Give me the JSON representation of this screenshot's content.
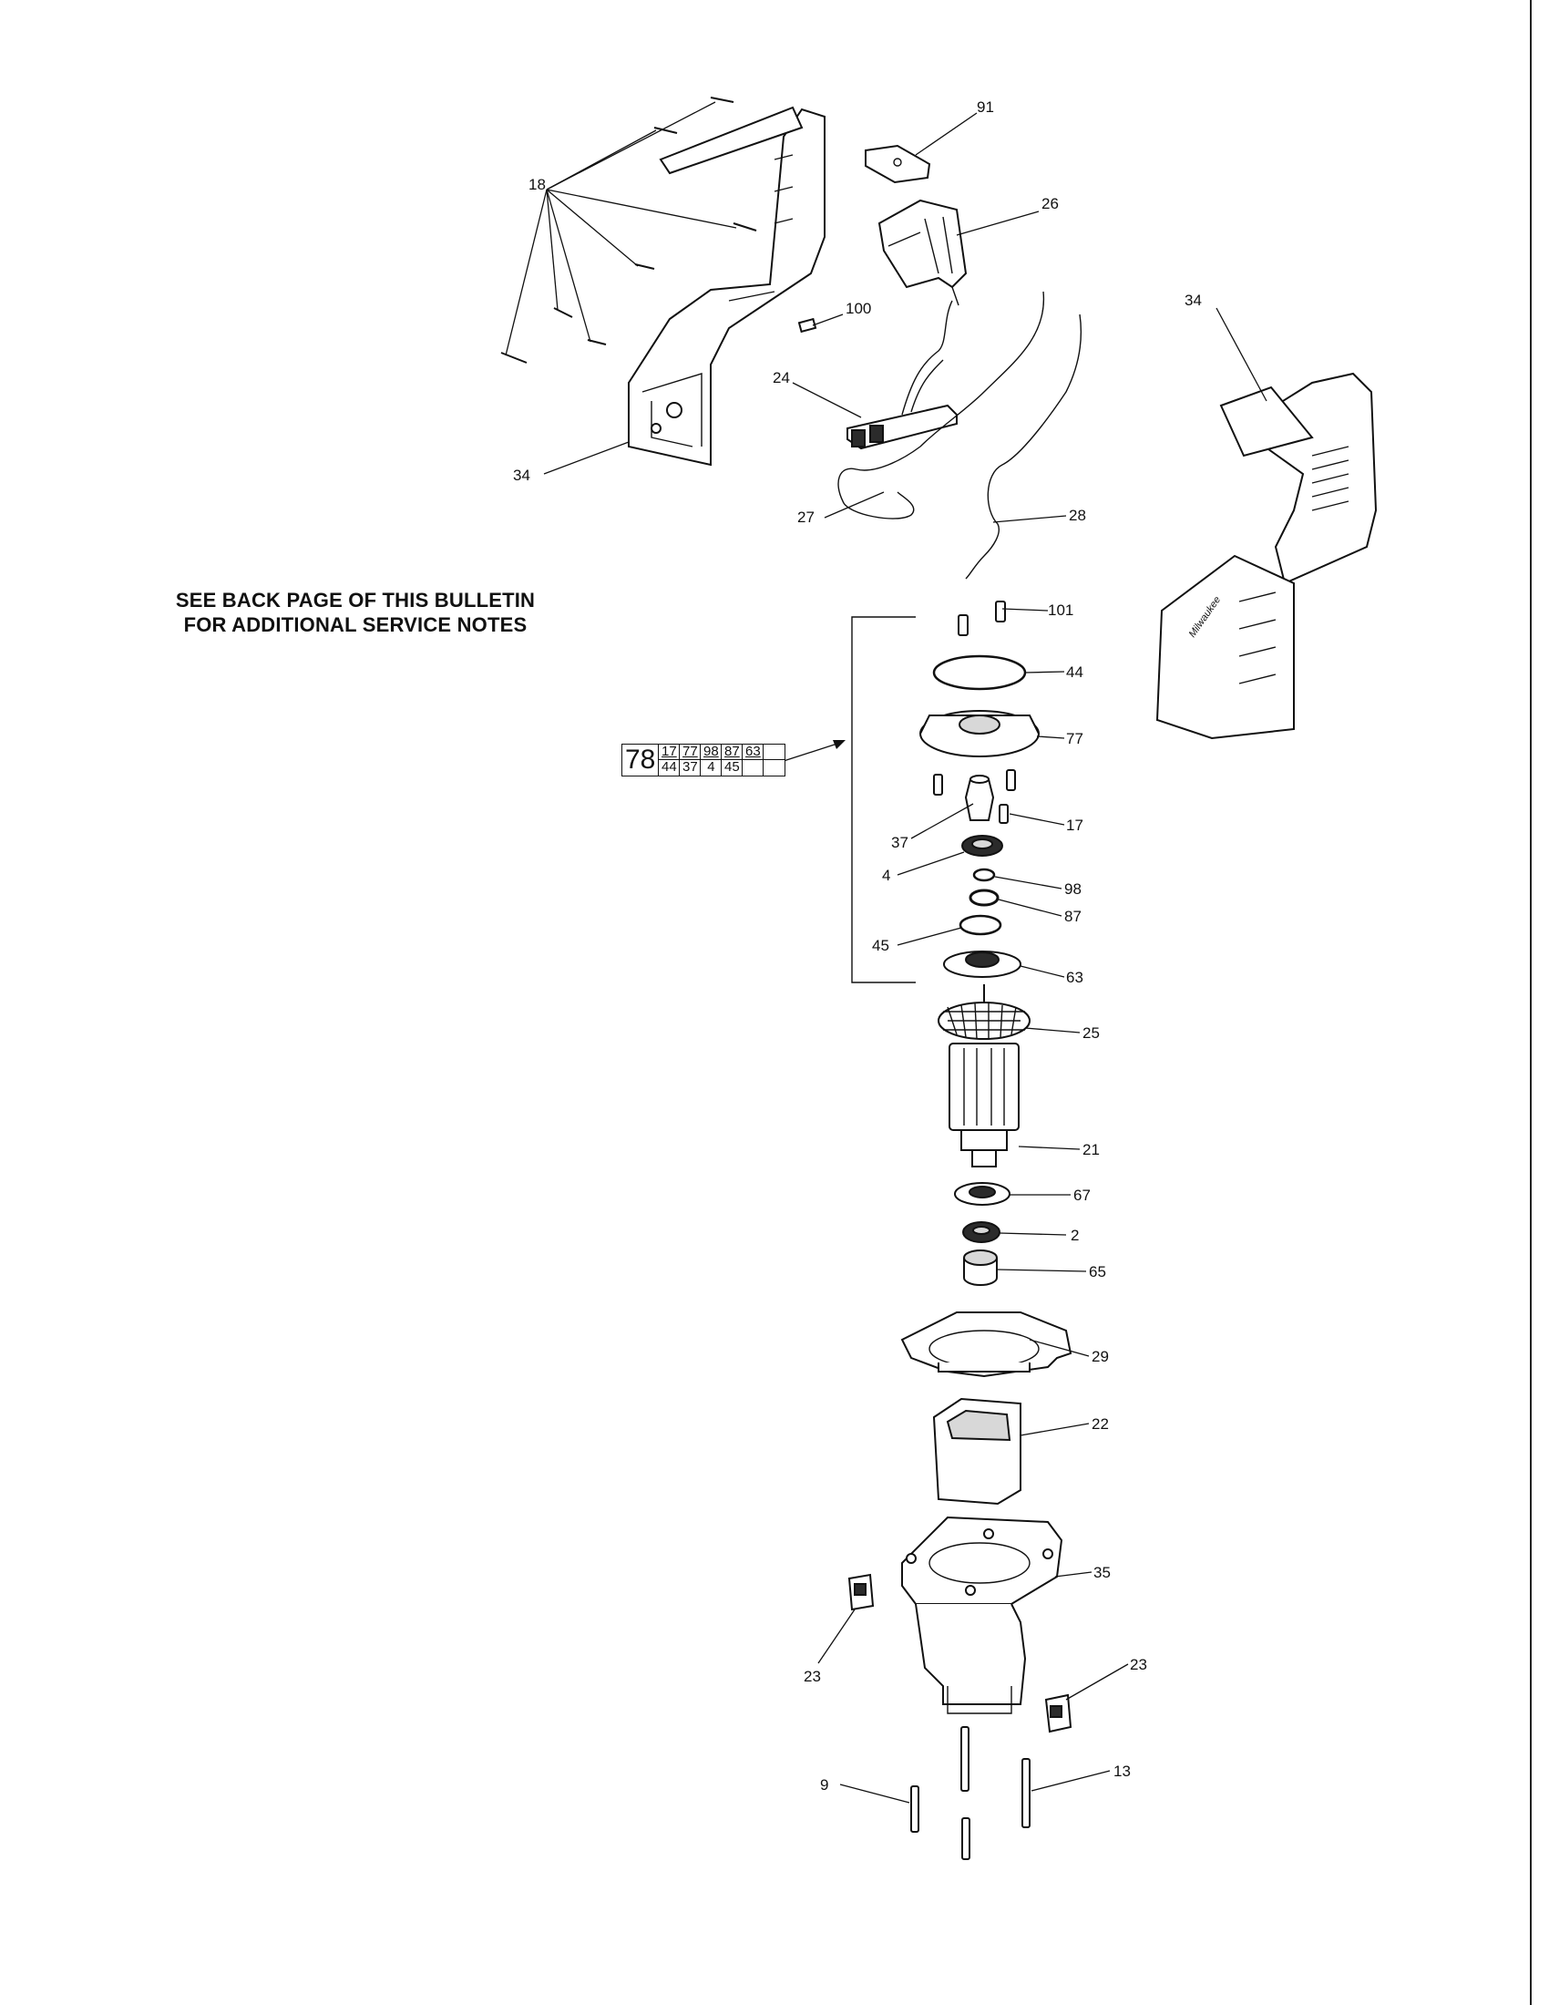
{
  "notes": {
    "line1": "SEE BACK PAGE OF THIS BULLETIN",
    "line2": "FOR ADDITIONAL SERVICE NOTES"
  },
  "kit": {
    "number": "78",
    "row1": [
      "17",
      "77",
      "98",
      "87",
      "63",
      ""
    ],
    "row2": [
      "44",
      "37",
      "4",
      "45",
      "",
      ""
    ]
  },
  "callouts": {
    "c91": "91",
    "c18": "18",
    "c26": "26",
    "c34a": "34",
    "c34b": "34",
    "c100": "100",
    "c24": "24",
    "c27": "27",
    "c28": "28",
    "c101": "101",
    "c44": "44",
    "c77": "77",
    "c17": "17",
    "c37": "37",
    "c4": "4",
    "c98": "98",
    "c87": "87",
    "c45": "45",
    "c63": "63",
    "c25": "25",
    "c21": "21",
    "c67": "67",
    "c2": "2",
    "c65": "65",
    "c29": "29",
    "c22": "22",
    "c35": "35",
    "c23a": "23",
    "c23b": "23",
    "c9": "9",
    "c13": "13"
  }
}
